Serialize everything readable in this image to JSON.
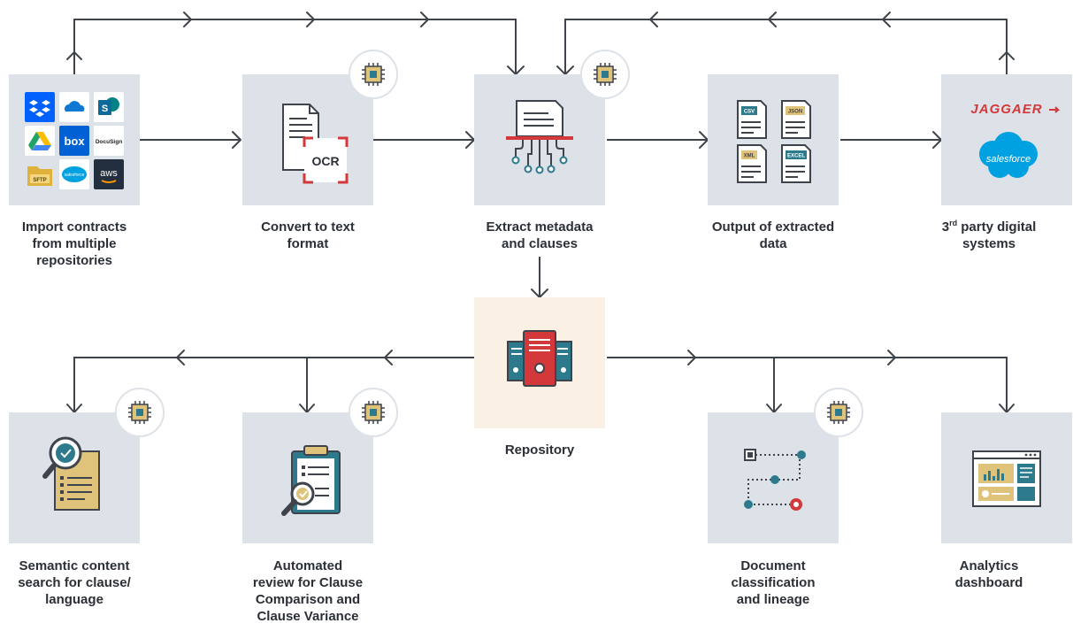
{
  "steps": {
    "import": {
      "lines": [
        "Import contracts",
        "from multiple",
        "repositories"
      ]
    },
    "convert": {
      "lines": [
        "Convert to text",
        "format"
      ]
    },
    "extract": {
      "lines": [
        "Extract metadata",
        "and clauses"
      ]
    },
    "output": {
      "lines": [
        "Output of extracted",
        "data"
      ]
    },
    "third_party": {
      "sup_prefix": "3",
      "sup": "rd",
      "suffix": " party digital",
      "line2": "systems"
    },
    "repository": {
      "lines": [
        "Repository"
      ]
    },
    "semantic": {
      "lines": [
        "Semantic content",
        "search for clause/",
        "language"
      ]
    },
    "review": {
      "lines": [
        "Automated",
        "review for Clause",
        "Comparison and",
        "Clause Variance"
      ]
    },
    "classification": {
      "lines": [
        "Document",
        "classification",
        "and lineage"
      ]
    },
    "analytics": {
      "lines": [
        "Analytics",
        "dashboard"
      ]
    }
  },
  "ocr_text": "OCR",
  "file_formats": [
    "CSV",
    "JSON",
    "XML",
    "EXCEL"
  ],
  "repo_logos": {
    "box": "box",
    "docusign": "DocuSign",
    "sftp": "SFTP",
    "salesforce_small": "salesforce",
    "aws": "aws"
  },
  "third_party_logos": {
    "jaggaer": "JAGGAER",
    "salesforce": "salesforce"
  },
  "ai_badge_icon": "ai-chip-icon",
  "colors": {
    "box_bg": "#dde2e8",
    "repo_bg": "#faf1e4",
    "line": "#3f444c",
    "accent_red": "#d3383a",
    "teal": "#2d7a8c",
    "gold": "#e0c37a"
  }
}
